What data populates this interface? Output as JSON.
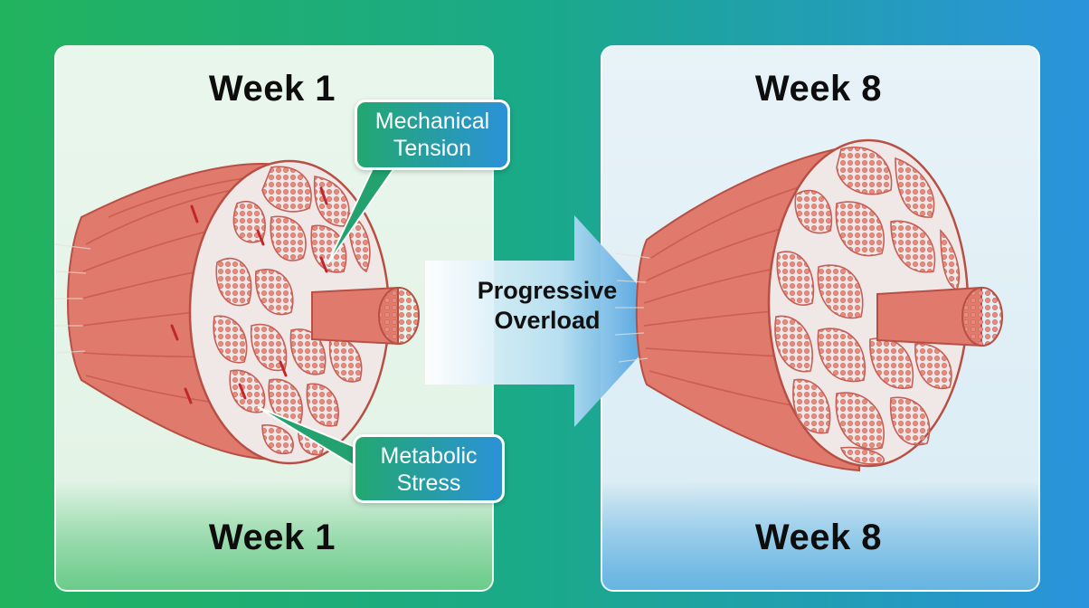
{
  "panels": [
    {
      "title_top": "Week 1",
      "title_bottom": "Week 1"
    },
    {
      "title_top": "Week 8",
      "title_bottom": "Week 8"
    }
  ],
  "callouts": {
    "tension": {
      "line1": "Mechanical",
      "line2": "Tension"
    },
    "stress": {
      "line1": "Metabolic",
      "line2": "Stress"
    }
  },
  "arrow": {
    "line1": "Progressive",
    "line2": "Overload"
  },
  "colors": {
    "muscle": "#e07a6c",
    "muscle_dark": "#b84f45",
    "fascicle": "#ea8f83",
    "tear": "#c0262c",
    "arrow_start": "#ffffff",
    "arrow_end": "#2d8fd6"
  }
}
